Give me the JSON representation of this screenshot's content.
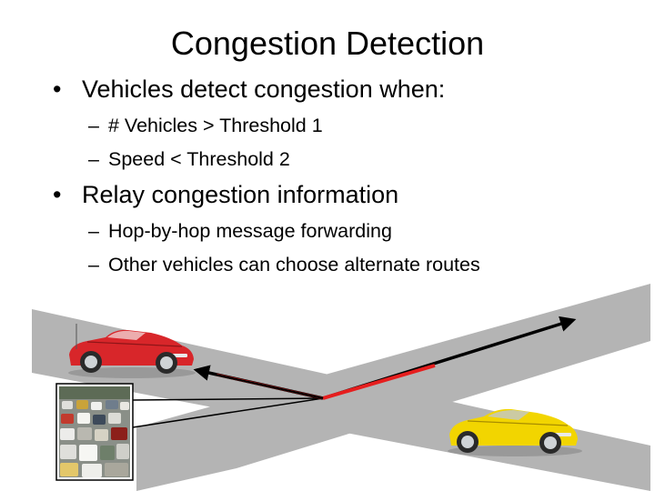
{
  "slide": {
    "title": "Congestion Detection",
    "bullets": [
      {
        "text": "Vehicles detect congestion when:",
        "subitems": [
          "# Vehicles > Threshold 1",
          "Speed < Threshold 2"
        ]
      },
      {
        "text": "Relay congestion information",
        "subitems": [
          "Hop-by-hop message forwarding",
          "Other vehicles can choose alternate routes"
        ]
      }
    ],
    "bullet_glyph": "•",
    "dash_glyph": "–"
  },
  "colors": {
    "road": "#b4b4b4",
    "red_car": "#d8262a",
    "yellow_car": "#f2d500",
    "relay_arrow": "#000000",
    "congestion_segment": "#e61e1e"
  },
  "icons": {
    "car_1": "red-convertible-car",
    "car_2": "yellow-convertible-car",
    "traffic_photo": "traffic-jam-photo"
  }
}
